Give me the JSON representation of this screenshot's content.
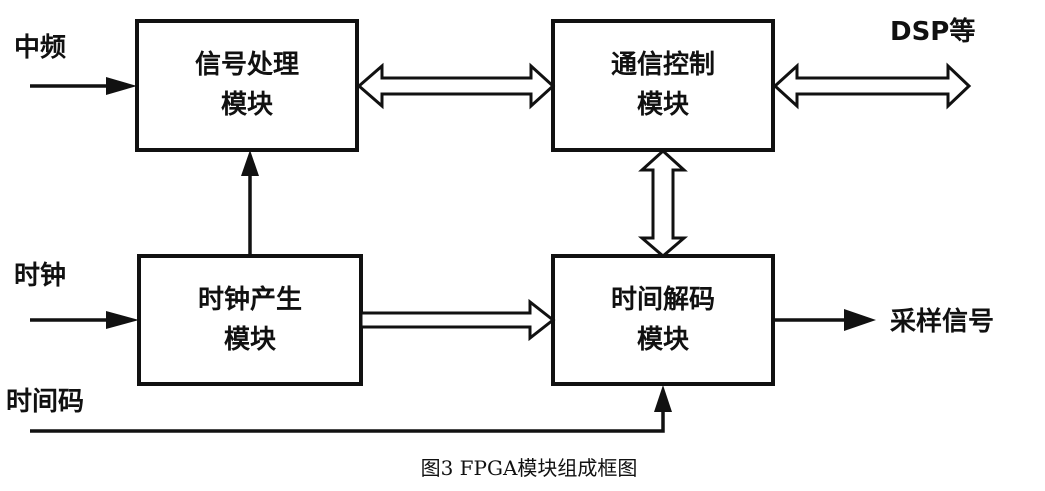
{
  "diagram": {
    "caption": "图3 FPGA模块组成框图",
    "blocks": {
      "signal_processing": {
        "line1": "信号处理",
        "line2": "模块"
      },
      "comm_control": {
        "line1": "通信控制",
        "line2": "模块"
      },
      "clock_gen": {
        "line1": "时钟产生",
        "line2": "模块"
      },
      "time_decode": {
        "line1": "时间解码",
        "line2": "模块"
      }
    },
    "external_labels": {
      "if_input": "中频",
      "dsp": "DSP等",
      "clock_input": "时钟",
      "timecode_input": "时间码",
      "sample_output": "采样信号"
    },
    "connections": [
      {
        "from": "中频",
        "to": "信号处理模块",
        "type": "single-arrow"
      },
      {
        "from": "信号处理模块",
        "to": "通信控制模块",
        "type": "bidirectional-bus"
      },
      {
        "from": "通信控制模块",
        "to": "DSP等",
        "type": "bidirectional-bus"
      },
      {
        "from": "时钟",
        "to": "时钟产生模块",
        "type": "single-arrow"
      },
      {
        "from": "时钟产生模块",
        "to": "信号处理模块",
        "type": "single-arrow"
      },
      {
        "from": "时钟产生模块",
        "to": "时间解码模块",
        "type": "unidirectional-bus"
      },
      {
        "from": "通信控制模块",
        "to": "时间解码模块",
        "type": "bidirectional-bus"
      },
      {
        "from": "时间码",
        "to": "时间解码模块",
        "type": "single-arrow"
      },
      {
        "from": "时间解码模块",
        "to": "采样信号",
        "type": "single-arrow"
      }
    ]
  }
}
